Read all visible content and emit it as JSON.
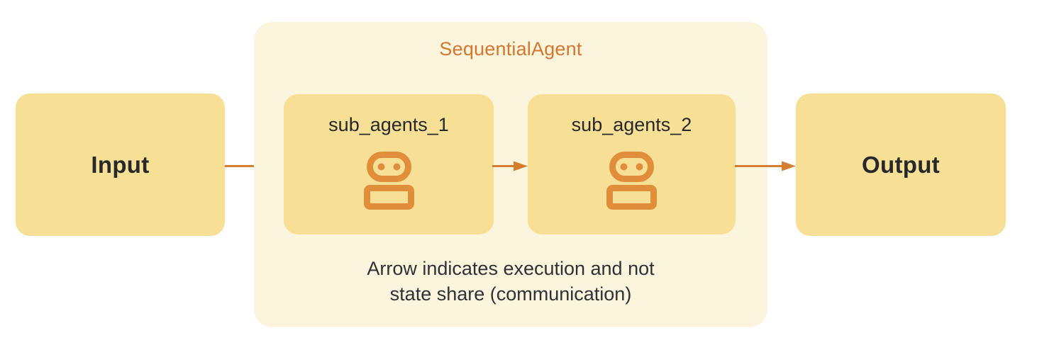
{
  "diagram": {
    "input": {
      "label": "Input"
    },
    "output": {
      "label": "Output"
    },
    "group": {
      "title": "SequentialAgent",
      "sub_agents": [
        {
          "label": "sub_agents_1",
          "icon": "robot-icon"
        },
        {
          "label": "sub_agents_2",
          "icon": "robot-icon"
        }
      ],
      "caption_lines": [
        "Arrow indicates execution and not",
        "state share (communication)"
      ]
    },
    "arrows": [
      {
        "name": "input-to-sub-agents-1",
        "direction": "right"
      },
      {
        "name": "sub-agents-1-to-sub-agents-2",
        "direction": "right"
      },
      {
        "name": "sub-agents-2-to-output",
        "direction": "right"
      }
    ],
    "colors": {
      "background": "#FFFFFF",
      "node_fill": "#F7E096",
      "group_fill": "#FCF5DE",
      "arrow_orange": "#D67E30",
      "title_orange": "#D5772E",
      "icon_orange": "#E08E3C",
      "text_dark": "#26282C"
    }
  }
}
